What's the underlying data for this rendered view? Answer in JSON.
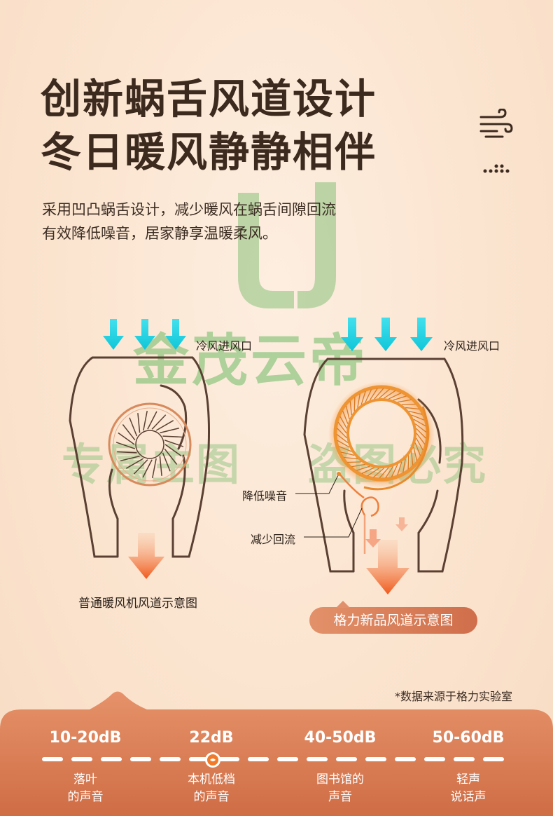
{
  "header": {
    "title_line1": "创新蜗舌风道设计",
    "title_line2": "冬日暖风静静相伴",
    "subtitle_line1": "采用凹凸蜗舌设计，减少暖风在蜗舌间隙回流",
    "subtitle_line2": "有效降低噪音，居家静享温暖柔风。",
    "icons": [
      "wind-icon",
      "dots-icon"
    ]
  },
  "watermark": {
    "main": "金茂云帝",
    "left": "专属主图",
    "right": "盗图必究"
  },
  "diagram": {
    "left_inlet_label": "冷风进风口",
    "right_inlet_label": "冷风进风口",
    "noise_label": "降低噪音",
    "backflow_label": "减少回流",
    "left_caption": "普通暖风机风道示意图",
    "right_caption": "格力新品风道示意图",
    "colors": {
      "cold_arrow": "#1fd3e0",
      "warm_arrow": "#f06a22",
      "shell": "#5a4032",
      "scroll": "#e98a2c"
    }
  },
  "footnote": "*数据来源于格力实验室",
  "noise_scale": {
    "levels": [
      {
        "db": "10-20dB",
        "desc_line1": "落叶",
        "desc_line2": "的声音"
      },
      {
        "db": "22dB",
        "desc_line1": "本机低档",
        "desc_line2": "的声音"
      },
      {
        "db": "40-50dB",
        "desc_line1": "图书馆的",
        "desc_line2": "声音"
      },
      {
        "db": "50-60dB",
        "desc_line1": "轻声",
        "desc_line2": "说话声"
      }
    ],
    "marker_index": 1,
    "band_color": "#d77d55"
  }
}
